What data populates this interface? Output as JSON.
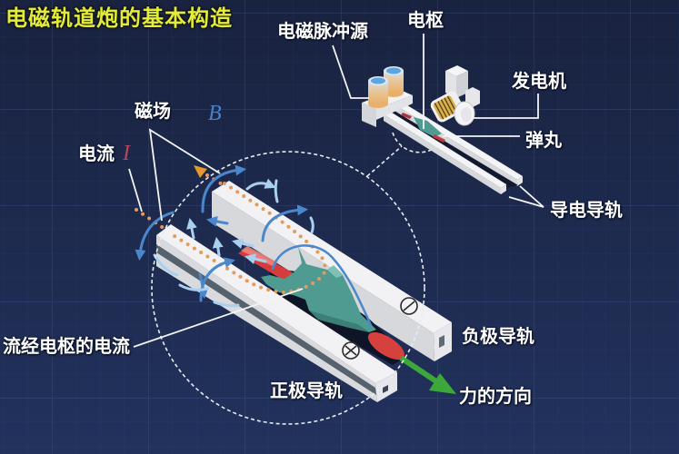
{
  "title": "电磁轨道炮的基本构造",
  "labels": {
    "pulse_source": "电磁脉冲源",
    "armature": "电枢",
    "generator": "发电机",
    "projectile": "弹丸",
    "conductive_rails": "导电导轨",
    "magnetic_field": "磁场",
    "magnetic_field_symbol": "B",
    "current": "电流",
    "current_symbol": "I",
    "armature_current": "流经电枢的电流",
    "negative_rail": "负极导轨",
    "positive_rail": "正极导轨",
    "force_direction": "力的方向"
  },
  "icons": {
    "negative_rail_marker": "circled-minus",
    "positive_rail_marker": "circled-times",
    "current_arrow": "orange-triangle-arrow",
    "force_arrow": "green-arrow",
    "field_arrows": "curved-blue-arrows"
  },
  "colors": {
    "title": "#e3ec3a",
    "background_top": "#19223f",
    "background_bottom": "#22325d",
    "rail_top": "#f2f2f4",
    "rail_side": "#d6d8dc",
    "rail_stripe": "#56616e",
    "armature": "#4f9b91",
    "projectile": "#d6403d",
    "current_dots": "#e5995a",
    "current_arrow": "#e8952c",
    "magnetic_field": "#4a87cc",
    "magnetic_field_light": "#a9d0ef",
    "force_arrow": "#3da83a",
    "symbol_B": "#4a7fc8",
    "symbol_I": "#b8475a",
    "label_text": "#ffffff"
  }
}
